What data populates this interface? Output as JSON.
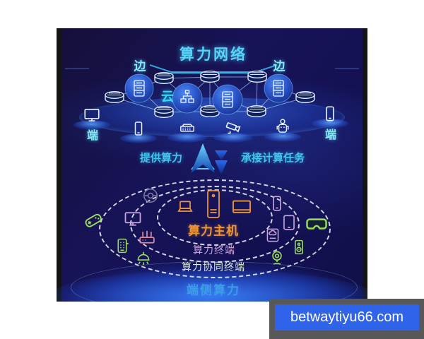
{
  "network": {
    "title": "算力网络",
    "edge_left": "边",
    "edge_right": "边",
    "cloud": "云",
    "terminal_left": "端",
    "terminal_right": "端",
    "node_icons": [
      "server-node-icon",
      "topology-node-icon",
      "hub-disk-icon"
    ],
    "device_row_icons": [
      "monitor-icon",
      "smartphone-icon",
      "switch-icon",
      "camera-icon",
      "robot-icon",
      "smartphone-icon"
    ]
  },
  "exchange": {
    "provide": "提供算力",
    "undertake": "承接计算任务"
  },
  "rings": {
    "host_label": "算力主机",
    "terminal_label": "算力终端",
    "collaborative_label": "算力协同终端",
    "device_side_label": "端侧算力",
    "inner_icons": [
      "laptop-icon",
      "desktop-tower-icon",
      "display-icon"
    ],
    "middle_icons": [
      "robot-vacuum-icon",
      "monitor-icon",
      "wifi-router-icon",
      "smartphone-icon",
      "tablet-icon",
      "cloud-storage-icon"
    ],
    "outer_icons": [
      "game-controller-icon",
      "door-lock-icon",
      "ceiling-lamp-icon",
      "vr-glasses-icon",
      "speaker-icon",
      "webcam-icon"
    ]
  },
  "colors": {
    "accent_cyan": "#56d4f5",
    "host_orange": "#ef9434",
    "terminal_purple": "#cba8dd",
    "collaborative_green": "#9ade5e",
    "device_side_blue": "#3d9de8",
    "watermark_blue": "#2f63ea",
    "watermark_gray": "#585858"
  },
  "watermark": {
    "text": "betwaytiyu66.com"
  }
}
